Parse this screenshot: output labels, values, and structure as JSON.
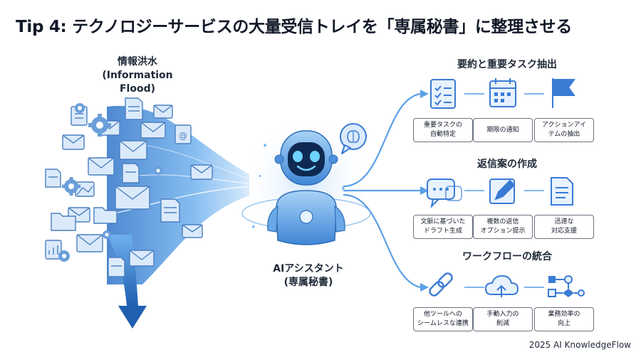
{
  "title": "Tip 4: テクノロジーサービスの大量受信トレイを「専属秘書」に整理させる",
  "flood": {
    "title_jp": "情報洪水",
    "title_en": "(Information Flood)"
  },
  "assistant": {
    "line1": "AIアシスタント",
    "line2": "(専属秘書)"
  },
  "sections": [
    {
      "title": "要約と重要タスク抽出",
      "cards": [
        "重要タスクの\n自動特定",
        "期限の通知",
        "アクションアイ\nテムの抽出"
      ],
      "icons": [
        "checklist-icon",
        "calendar-icon",
        "flag-icon"
      ]
    },
    {
      "title": "返信案の作成",
      "cards": [
        "文脈に基づいた\nドラフト生成",
        "複数の返信\nオプション提示",
        "迅速な\n対応支援"
      ],
      "icons": [
        "chat-bubble-icon",
        "pencil-icon",
        "document-icon"
      ]
    },
    {
      "title": "ワークフローの統合",
      "cards": [
        "他ツールへの\nシームレスな連携",
        "手動入力の\n削減",
        "業務効率の\n向上"
      ],
      "icons": [
        "link-icon",
        "cloud-upload-icon",
        "workflow-icon"
      ]
    }
  ],
  "credit": "2025 AI KnowledgeFlow",
  "colors": {
    "primary_blue": "#2f74c8",
    "light_blue": "#9cc9f2",
    "icon_blue": "#3a7bd5",
    "flow_blue": "#5aa0e6"
  }
}
